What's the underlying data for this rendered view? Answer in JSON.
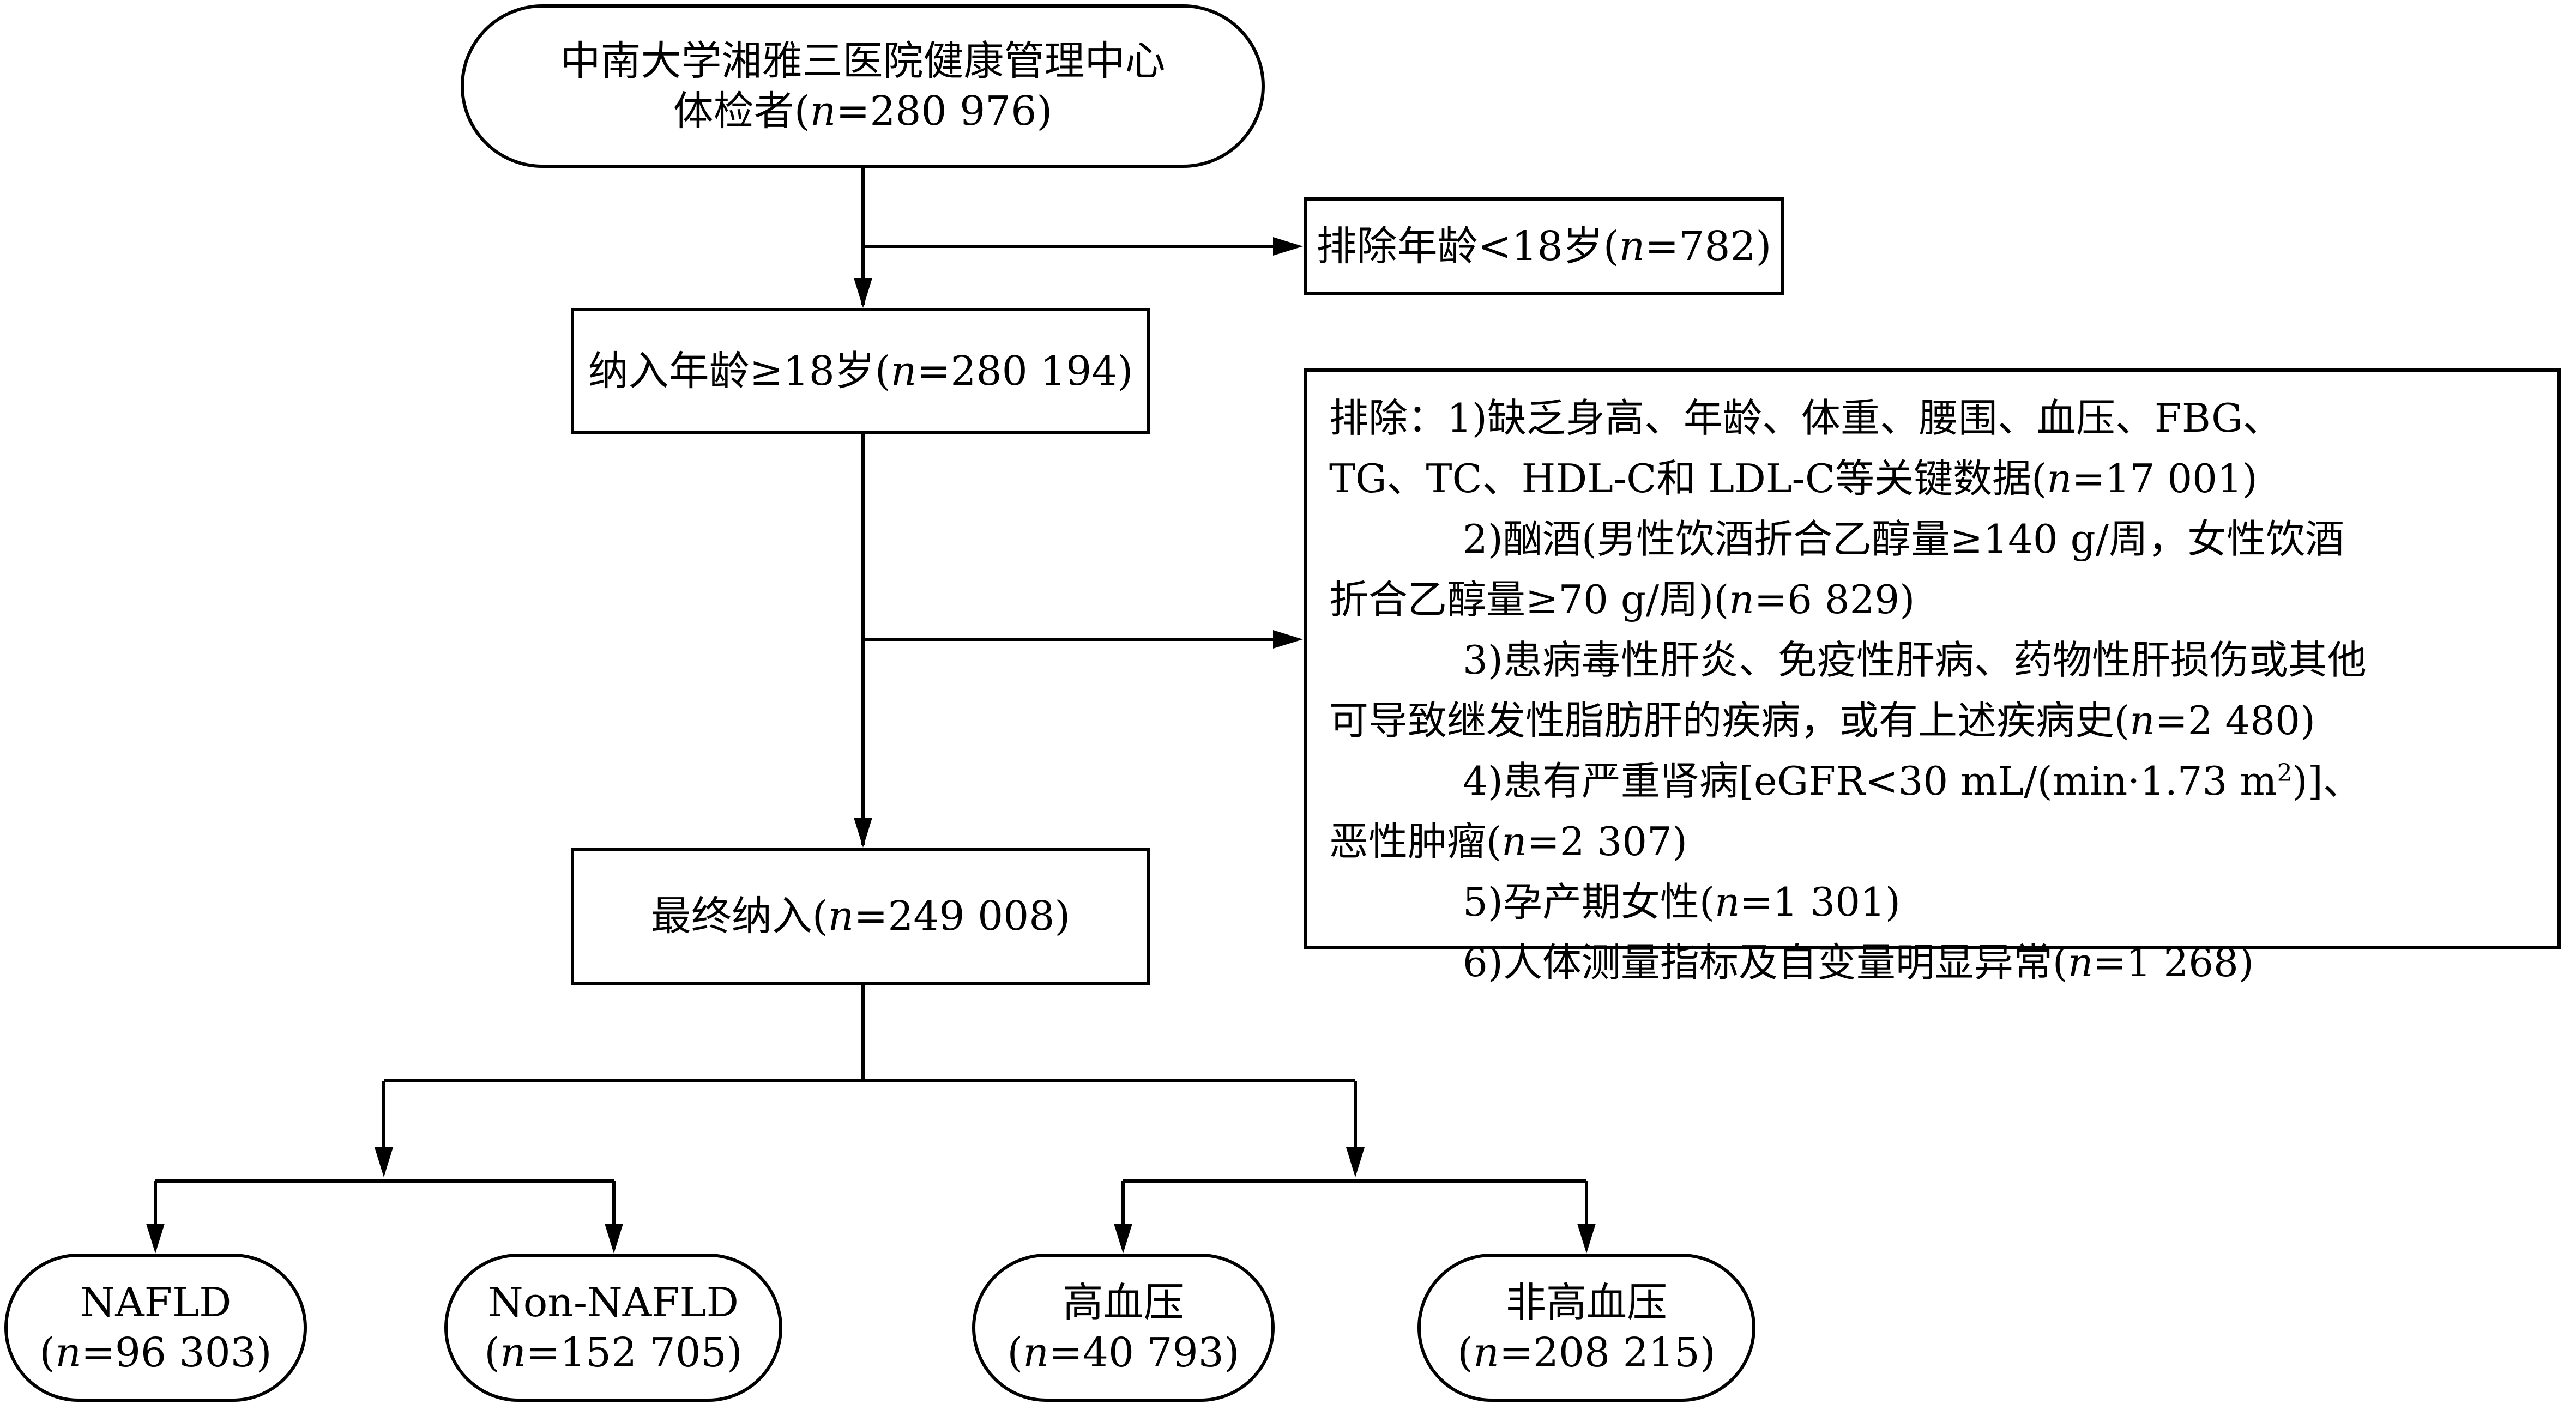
{
  "start": {
    "line1": "中南大学湘雅三医院健康管理中心",
    "line2_prefix": "体检者(",
    "line2_n": "n",
    "line2_suffix": "=280 976)"
  },
  "exclude_age": {
    "prefix": "排除年龄<18岁(",
    "n": "n",
    "suffix": "=782)"
  },
  "include_age": {
    "prefix": "纳入年龄≥18岁(",
    "n": "n",
    "suffix": "=280 194)"
  },
  "exclusions": {
    "line1": "排除：1)缺乏身高、年龄、体重、腰围、血压、FBG、",
    "line2_prefix": "TG、TC、HDL-C和 LDL-C等关键数据(",
    "line2_n": "n",
    "line2_suffix": "=17 001)",
    "line3": "2)酗酒(男性饮酒折合乙醇量≥140 g/周，女性饮酒",
    "line4_prefix": "折合乙醇量≥70 g/周)(",
    "line4_n": "n",
    "line4_suffix": "=6 829)",
    "line5": "3)患病毒性肝炎、免疫性肝病、药物性肝损伤或其他",
    "line6_prefix": "可导致继发性脂肪肝的疾病，或有上述疾病史(",
    "line6_n": "n",
    "line6_suffix": "=2 480)",
    "line7_prefix": "4)患有严重肾病[eGFR<30 mL/(min·1.73 m",
    "line7_sup": "2",
    "line7_suffix": ")]、",
    "line8_prefix": "恶性肿瘤(",
    "line8_n": "n",
    "line8_suffix": "=2 307)",
    "line9_prefix": "5)孕产期女性(",
    "line9_n": "n",
    "line9_suffix": "=1 301)",
    "line10_prefix": "6)人体测量指标及自变量明显异常(",
    "line10_n": "n",
    "line10_suffix": "=1 268)"
  },
  "final": {
    "prefix": "最终纳入(",
    "n": "n",
    "suffix": "=249 008)"
  },
  "outcomes": [
    {
      "label": "NAFLD",
      "count_prefix": "(",
      "n": "n",
      "count_suffix": "=96 303)"
    },
    {
      "label": "Non-NAFLD",
      "count_prefix": "(",
      "n": "n",
      "count_suffix": "=152 705)"
    },
    {
      "label": "高血压",
      "count_prefix": "(",
      "n": "n",
      "count_suffix": "=40 793)"
    },
    {
      "label": "非高血压",
      "count_prefix": "(",
      "n": "n",
      "count_suffix": "=208 215)"
    }
  ]
}
